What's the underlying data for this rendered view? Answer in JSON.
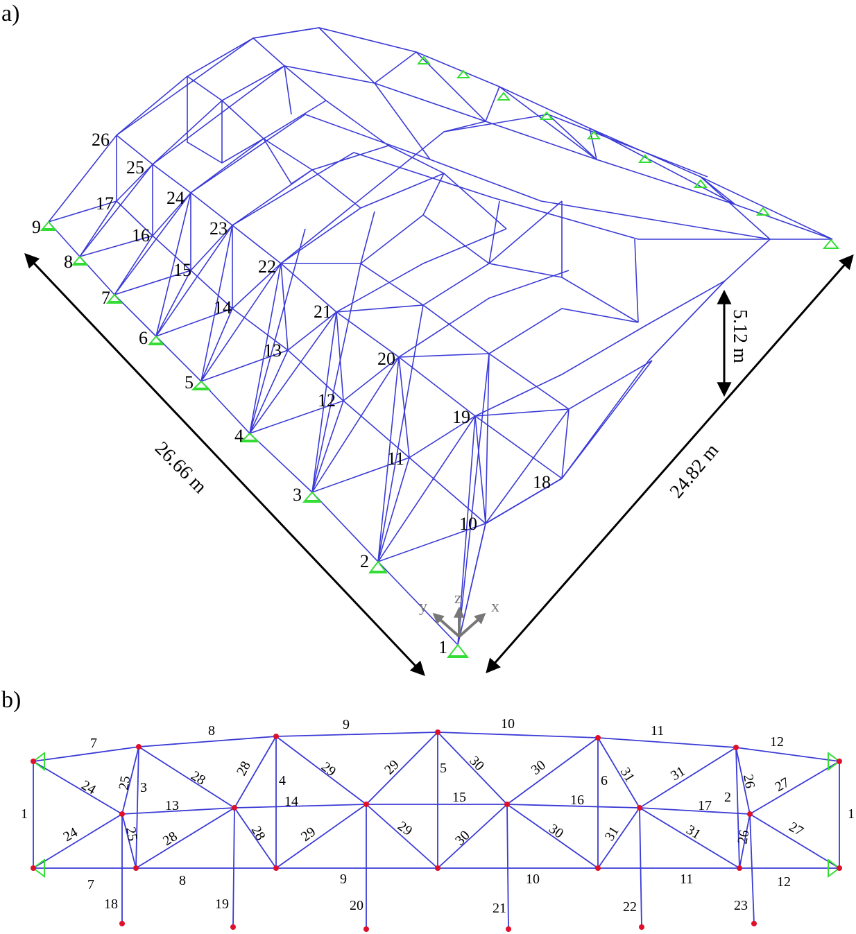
{
  "panels": {
    "a_label": "a)",
    "b_label": "b)"
  },
  "panel_a": {
    "dimensions": {
      "left_length": "26.66 m",
      "right_length": "24.82 m",
      "height": "5.12 m"
    },
    "axes": {
      "x": "x",
      "y": "y",
      "z": "z"
    },
    "support_nodes": [
      "1",
      "2",
      "3",
      "4",
      "5",
      "6",
      "7",
      "8",
      "9"
    ],
    "row2_nodes": [
      "10",
      "11",
      "12",
      "13",
      "14",
      "15",
      "16",
      "17"
    ],
    "row3_nodes": [
      "18",
      "19",
      "20",
      "21",
      "22",
      "23",
      "24",
      "25",
      "26"
    ]
  },
  "panel_b": {
    "top_chord": [
      "7",
      "8",
      "9",
      "10",
      "11",
      "12"
    ],
    "mid_chord": [
      "13",
      "14",
      "15",
      "16",
      "17"
    ],
    "bottom_chord": [
      "7",
      "8",
      "9",
      "10",
      "11",
      "12"
    ],
    "end_posts": [
      "1",
      "1"
    ],
    "verticals": [
      "3",
      "4",
      "5",
      "6",
      "2"
    ],
    "diagonals": [
      "24",
      "24",
      "25",
      "25",
      "28",
      "28",
      "28",
      "28",
      "29",
      "29",
      "29",
      "29",
      "30",
      "30",
      "30",
      "30",
      "31",
      "31",
      "31",
      "31",
      "26",
      "26",
      "27",
      "27"
    ],
    "columns": [
      "18",
      "19",
      "20",
      "21",
      "22",
      "23"
    ]
  },
  "colors": {
    "members": "#3a3ad6",
    "supports": "#33dd33",
    "nodes": "#e0102a",
    "arrows": "#000000",
    "axes": "#777777"
  }
}
